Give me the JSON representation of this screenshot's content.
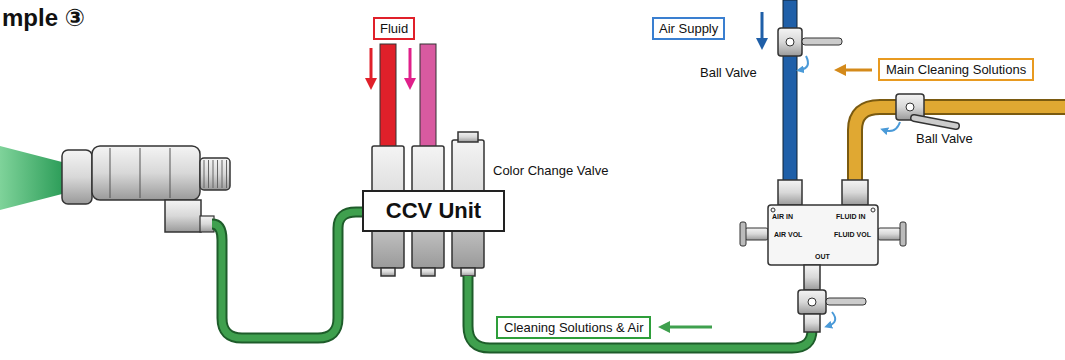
{
  "diagram": {
    "title": "mple ③",
    "nodes": [
      {
        "text": [
          "Fluid"
        ]
      },
      {
        "text": [
          "Air Supply"
        ]
      },
      {
        "text": [
          "Main Cleaning Solutions"
        ]
      },
      {
        "text": [
          "CCV Unit"
        ]
      },
      {
        "text": [
          "Cleaning Solutions & Air"
        ]
      }
    ],
    "labels": [
      "Color Change Valve",
      "Ball Valve",
      "Ball Valve",
      "AIR IN",
      "FLUID IN",
      "AIR VOL",
      "FLUID VOL",
      "OUT"
    ]
  }
}
